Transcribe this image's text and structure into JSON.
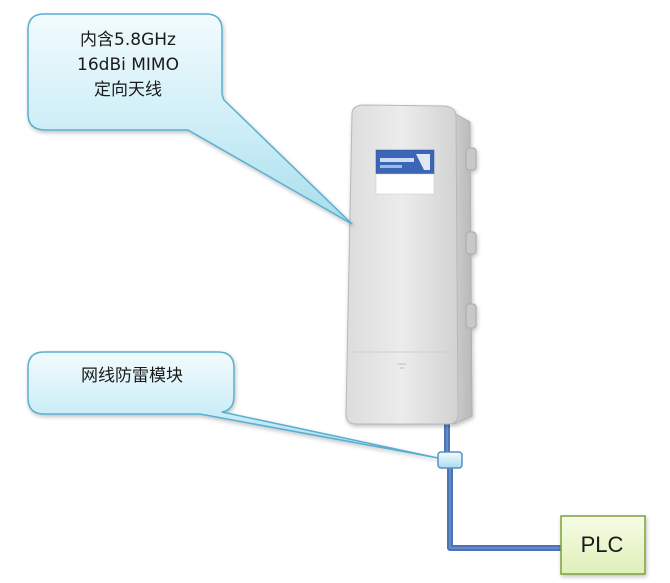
{
  "callouts": {
    "antenna": {
      "line1": "内含5.8GHz",
      "line2": "16dBi MIMO",
      "line3": "定向天线"
    },
    "surge_protector": {
      "label": "网线防雷模块"
    }
  },
  "plc": {
    "label": "PLC"
  },
  "colors": {
    "callout_fill_light": "#e9f7fb",
    "callout_fill_dark": "#a6dceb",
    "callout_stroke": "#5aaed0",
    "cable": "#4b73b8",
    "plc_fill": "#eaf6c9",
    "plc_stroke": "#7aa23a",
    "device_body": "#e6e6e6"
  },
  "icons": {
    "device": "outdoor-wireless-ap-icon",
    "surge": "surge-protector-module-icon"
  }
}
